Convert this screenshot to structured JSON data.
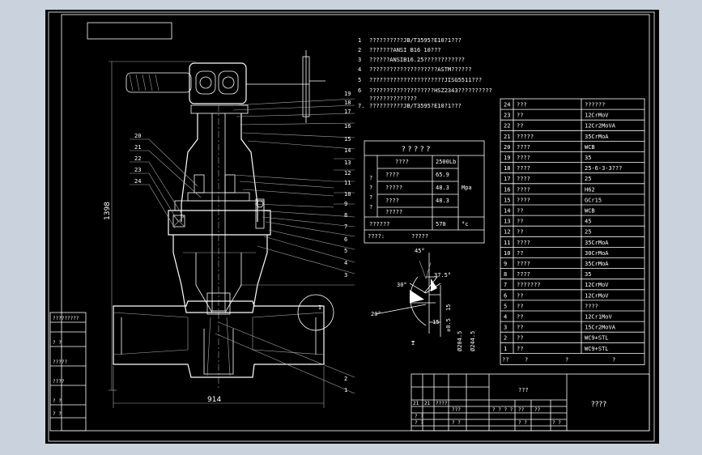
{
  "notes": [
    {
      "num": "1",
      "text": "??????????JB/T3595?E10?1???"
    },
    {
      "num": "2",
      "text": "???????ANSI  B16  10???"
    },
    {
      "num": "3",
      "text": "??????ANSIB16.25????????????"
    },
    {
      "num": "4",
      "text": "????????????????????ASTM??????"
    },
    {
      "num": "5",
      "text": "??????????????????????JISG5511???"
    },
    {
      "num": "6",
      "text": "???????????????????HSZ2343??????????"
    },
    {
      "num": "",
      "text": "??????????????"
    },
    {
      "num": "7.",
      "text": "??????????JB/T3595?E10?1???"
    }
  ],
  "spec_table": {
    "header": "? ? ? ? ?",
    "rows": [
      {
        "label": "????",
        "value": "2500Lb",
        "unit": ""
      },
      {
        "label": "????",
        "value": "65.9",
        "unit": ""
      },
      {
        "label": "?????",
        "value": "48.3",
        "unit": "Mpa"
      },
      {
        "label": "????",
        "value": "48.3",
        "unit": ""
      },
      {
        "label": "?????",
        "value": "",
        "unit": ""
      },
      {
        "label": "??????",
        "value": "570",
        "unit": "°c"
      }
    ],
    "side_label": "?\n?\n?\n?",
    "footer_label": "????:",
    "footer_value": "?????"
  },
  "parts_list": [
    {
      "no": "24",
      "name": "???",
      "material": "??????"
    },
    {
      "no": "23",
      "name": "??",
      "material": "12CrMoV"
    },
    {
      "no": "22",
      "name": "??",
      "material": "12Cr2MoVA"
    },
    {
      "no": "21",
      "name": "?????",
      "material": "35CrMoA"
    },
    {
      "no": "20",
      "name": "????",
      "material": "WCB"
    },
    {
      "no": "19",
      "name": "????",
      "material": "35"
    },
    {
      "no": "18",
      "name": "????",
      "material": "25-6-3-3???"
    },
    {
      "no": "17",
      "name": "????",
      "material": "25"
    },
    {
      "no": "16",
      "name": "????",
      "material": "H62"
    },
    {
      "no": "15",
      "name": "????",
      "material": "GCr15"
    },
    {
      "no": "14",
      "name": "??",
      "material": "WCB"
    },
    {
      "no": "13",
      "name": "??",
      "material": "45"
    },
    {
      "no": "12",
      "name": "??",
      "material": "25"
    },
    {
      "no": "11",
      "name": "????",
      "material": "35CrMoA"
    },
    {
      "no": "10",
      "name": "??",
      "material": "30CrMoA"
    },
    {
      "no": "9",
      "name": "????",
      "material": "35CrMoA"
    },
    {
      "no": "8",
      "name": "????",
      "material": "35"
    },
    {
      "no": "7",
      "name": "???????",
      "material": "12CrMoV"
    },
    {
      "no": "6",
      "name": "??",
      "material": "12CrMoV"
    },
    {
      "no": "5",
      "name": "??",
      "material": "????"
    },
    {
      "no": "4",
      "name": "??",
      "material": "12Cr1MoV"
    },
    {
      "no": "3",
      "name": "??",
      "material": "15Cr2MoVA"
    },
    {
      "no": "2",
      "name": "??",
      "material": "WC9+STL"
    },
    {
      "no": "1",
      "name": "??",
      "material": "WC9+STL"
    }
  ],
  "parts_header": [
    "??",
    "?",
    "?",
    "?"
  ],
  "title_block": {
    "drawing_name": "???",
    "company": "????",
    "cells": [
      "21",
      "21",
      "????",
      "???",
      "? ? ? ?",
      "??",
      "??",
      "? ?",
      "? ?",
      "? ?",
      "? ?",
      "? ?"
    ]
  },
  "left_strip": [
    "?????????",
    "?  ?",
    "?????",
    "????",
    "?  ?",
    "?  ?"
  ],
  "callouts_right": [
    "19",
    "18",
    "17",
    "16",
    "15",
    "14",
    "13",
    "12",
    "11",
    "10",
    "9",
    "8",
    "7",
    "6",
    "5",
    "4",
    "3",
    "2",
    "1"
  ],
  "callouts_left": [
    "20",
    "21",
    "22",
    "23",
    "24"
  ],
  "dimensions": {
    "width": "914",
    "height": "1398",
    "angle_45": "45°",
    "angle_37": "37.5°",
    "angle_30": "30°",
    "angle_20": "20°",
    "d1": "Ø204.5",
    "d2": "Ø244.5",
    "d3": "15",
    "d4": "±0.5",
    "d5": "15",
    "detail_label": "I",
    "detail_label2": "I"
  }
}
